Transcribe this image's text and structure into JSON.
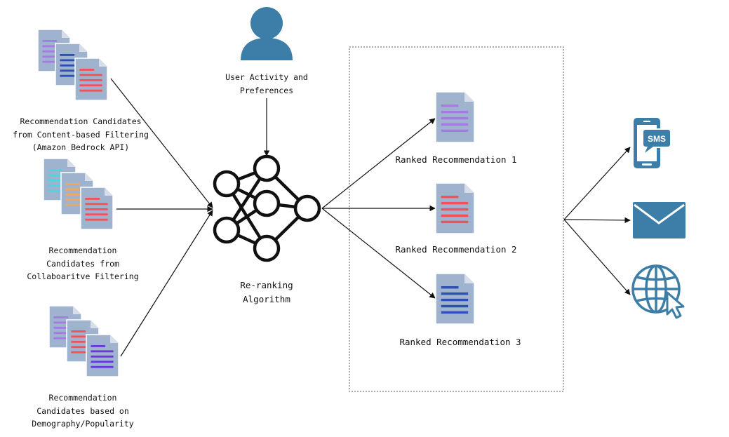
{
  "colors": {
    "doc": "#9fb2ce",
    "doc_fold": "#d7deea",
    "purple": "#a779e6",
    "blue": "#2c4fb3",
    "red": "#f05258",
    "cyan": "#4fd6dd",
    "orange": "#f2a65a",
    "violet": "#6a36e0",
    "steel": "#3d7ea8",
    "line": "#111111"
  },
  "icons": {
    "user": "user-icon",
    "network": "neural-network-icon",
    "document": "document-icon",
    "sms": "sms-phone-icon",
    "email": "email-envelope-icon",
    "web": "web-globe-cursor-icon"
  },
  "user": {
    "label_lines": [
      "User Activity and",
      "Preferences"
    ]
  },
  "sources": [
    {
      "label_lines": [
        "Recommendation Candidates",
        "from Content-based Filtering",
        "(Amazon Bedrock API)"
      ]
    },
    {
      "label_lines": [
        "Recommendation",
        "Candidates from",
        "Collaboaritve Filtering"
      ]
    },
    {
      "label_lines": [
        "Recommendation",
        "Candidates based on",
        "Demography/Popularity"
      ]
    }
  ],
  "algorithm": {
    "label_lines": [
      "Re-ranking",
      "Algorithm"
    ]
  },
  "ranked": [
    {
      "label": "Ranked Recommendation 1"
    },
    {
      "label": "Ranked Recommendation 2"
    },
    {
      "label": "Ranked Recommendation 3"
    }
  ],
  "channels": {
    "sms_text": "SMS"
  }
}
